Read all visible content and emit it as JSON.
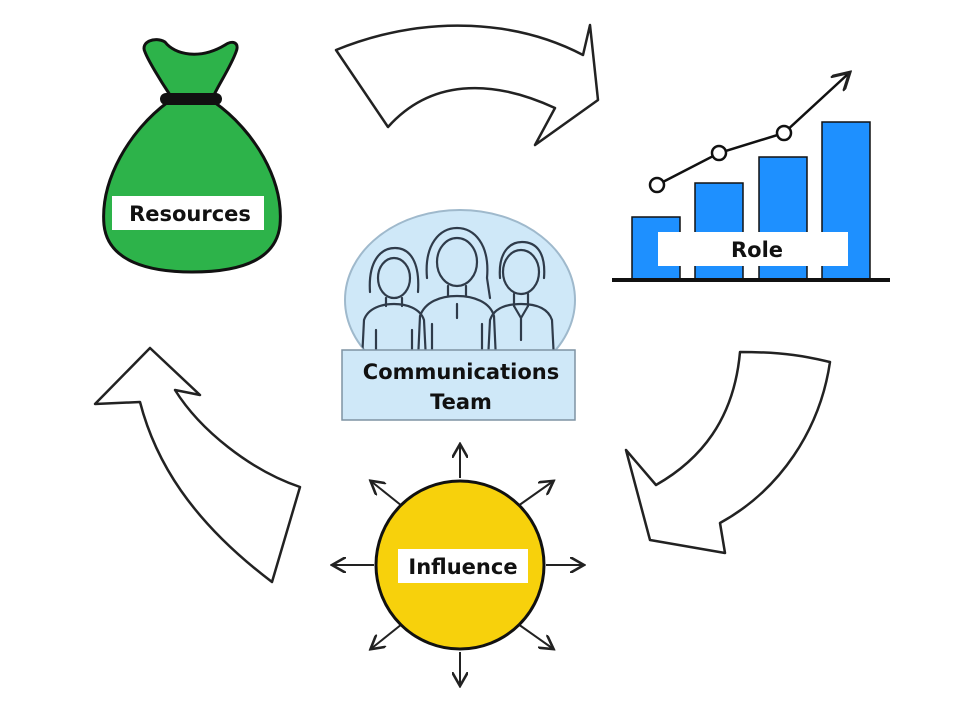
{
  "nodes": {
    "resources": {
      "label": "Resources",
      "color": "#2db34a"
    },
    "role": {
      "label": "Role",
      "color": "#1e90ff"
    },
    "influence": {
      "label": "Influence",
      "color": "#f7d10c"
    },
    "center": {
      "line1": "Communications",
      "line2": "Team",
      "color": "#cfe8f8"
    }
  },
  "icons": {
    "bag": "money-bag-icon",
    "chart": "growth-chart-icon",
    "people": "team-people-icon",
    "sun": "radiating-circle-icon"
  },
  "arrows": [
    "arrow-resources-to-role",
    "arrow-role-to-influence",
    "arrow-influence-to-resources"
  ]
}
